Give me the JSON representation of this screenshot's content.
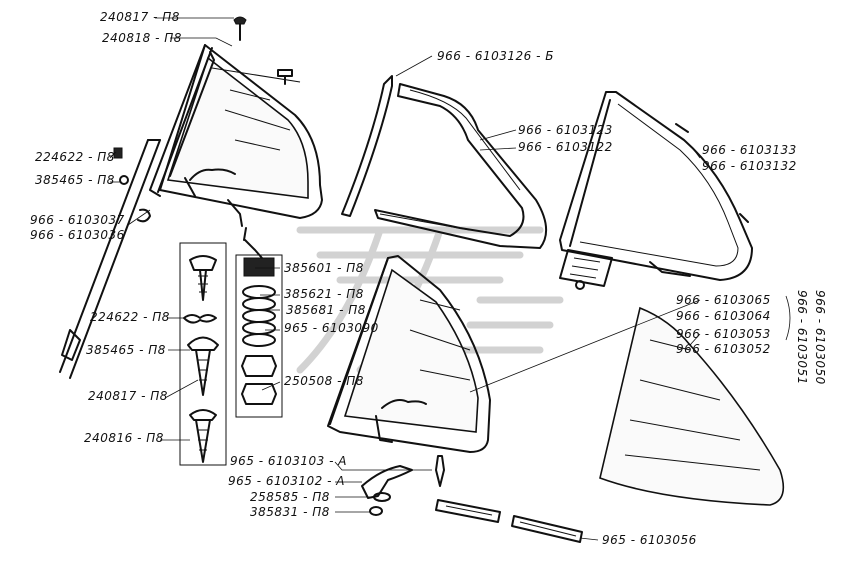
{
  "labels": {
    "l_240817_top": "240817 - П8",
    "l_240818_top": "240818 - П8",
    "l_224622_left": "224622 - П8",
    "l_385465_left": "385465 - П8",
    "l_966_6103037": "966 - 6103037",
    "l_966_6103036": "966 - 6103036",
    "l_224622_mid": "224622 - П8",
    "l_385465_mid": "385465 - П8",
    "l_240817_mid": "240817 - П8",
    "l_240816_mid": "240816 - П8",
    "l_385601": "385601 - П8",
    "l_385621": "385621 - П8",
    "l_385681": "385681 - П8",
    "l_965_6103090": "965 - 6103090",
    "l_250508": "250508 - П8",
    "l_966_6103126": "966 - 6103126 - Б",
    "l_966_6103123": "966 - 6103123",
    "l_966_6103122": "966 - 6103122",
    "l_966_6103133": "966 - 6103133",
    "l_966_6103132": "966 - 6103132",
    "l_966_6103065": "966 - 6103065",
    "l_966_6103064": "966 - 6103064",
    "l_966_6103053": "966 - 6103053",
    "l_966_6103052": "966 - 6103052",
    "l_966_6103051": "966 - 6103051",
    "l_966_6103050": "966 - 6103050",
    "l_965_6103103": "965 - 6103103 - А",
    "l_965_6103102": "965 - 6103102 - А",
    "l_258585": "258585 - П8",
    "l_385831": "385831 - П8",
    "l_965_6103056": "965 - 6103056"
  }
}
